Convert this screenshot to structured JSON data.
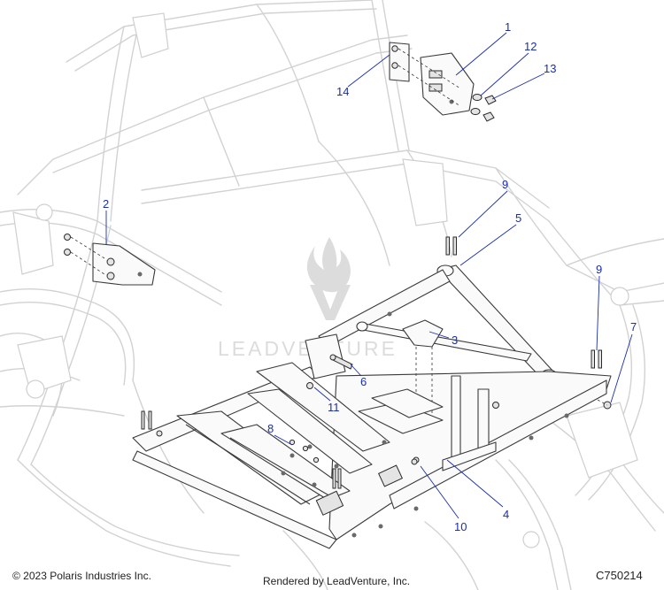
{
  "callouts": [
    "1",
    "2",
    "3",
    "4",
    "5",
    "6",
    "7",
    "8",
    "9",
    "9",
    "10",
    "11",
    "12",
    "13",
    "14"
  ],
  "watermark": {
    "brand": "LEADVENTURE"
  },
  "footer": {
    "copyright": "© 2023 Polaris Industries Inc.",
    "credit": "Rendered by LeadVenture, Inc.",
    "figure_id": "C750214"
  }
}
